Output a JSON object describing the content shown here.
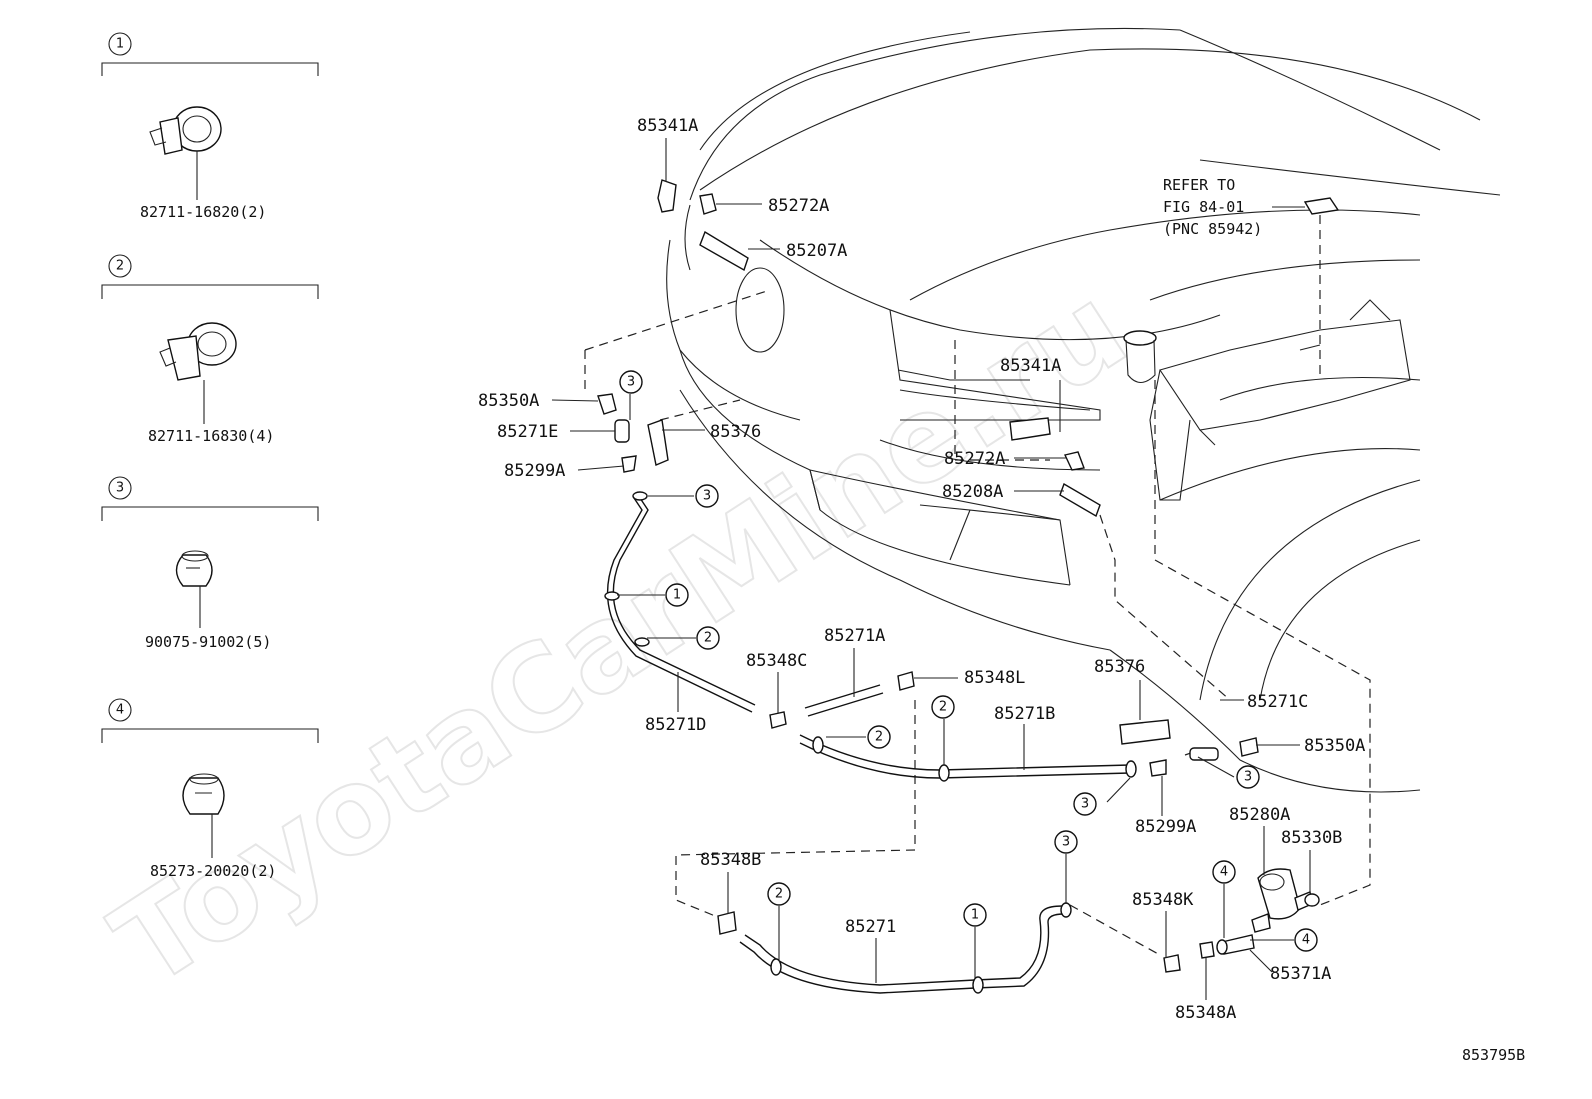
{
  "watermark": "ToyotaCarMine.ru",
  "figure_id": "853795B",
  "legend": [
    {
      "num": "1",
      "part": "82711-16820(2)"
    },
    {
      "num": "2",
      "part": "82711-16830(4)"
    },
    {
      "num": "3",
      "part": "90075-91002(5)"
    },
    {
      "num": "4",
      "part": "85273-20020(2)"
    }
  ],
  "refer_note": {
    "line1": "REFER TO",
    "line2": "FIG 84-01",
    "line3": "(PNC 85942)"
  },
  "callouts": {
    "c85341A_top": "85341A",
    "c85272A_top": "85272A",
    "c85207A": "85207A",
    "c85350A_left": "85350A",
    "c85271E": "85271E",
    "c85376_left": "85376",
    "c85299A_left": "85299A",
    "c85341A_mid": "85341A",
    "c85272A_mid": "85272A",
    "c85208A": "85208A",
    "c85271A": "85271A",
    "c85348C": "85348C",
    "c85348L": "85348L",
    "c85271D": "85271D",
    "c85271B": "85271B",
    "c85376_right": "85376",
    "c85271C": "85271C",
    "c85350A_right": "85350A",
    "c85299A_right": "85299A",
    "c85280A": "85280A",
    "c85330B": "85330B",
    "c85348B": "85348B",
    "c85271": "85271",
    "c85348K": "85348K",
    "c85371A": "85371A",
    "c85348A": "85348A"
  },
  "markers": {
    "m3_a": "3",
    "m3_b": "3",
    "m1_a": "1",
    "m2_a": "2",
    "m2_b": "2",
    "m2_c": "2",
    "m3_c": "3",
    "m3_d": "3",
    "m3_e": "3",
    "m2_d": "2",
    "m1_b": "1",
    "m4_a": "4",
    "m4_b": "4"
  }
}
